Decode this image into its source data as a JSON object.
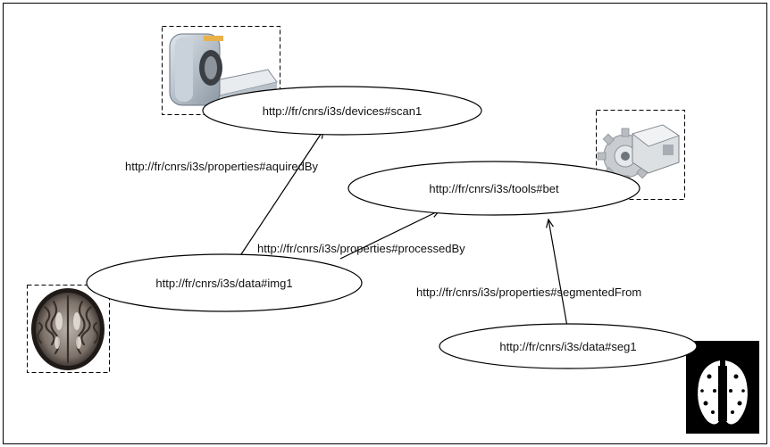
{
  "nodes": {
    "scan1": "http://fr/cnrs/i3s/devices#scan1",
    "bet": "http://fr/cnrs/i3s/tools#bet",
    "img1": "http://fr/cnrs/i3s/data#img1",
    "seg1": "http://fr/cnrs/i3s/data#seg1"
  },
  "edges": {
    "acquired_by": "http://fr/cnrs/i3s/properties#aquiredBy",
    "processed_by": "http://fr/cnrs/i3s/properties#processedBy",
    "segmented_from": "http://fr/cnrs/i3s/properties#segmentedFrom"
  },
  "icons": {
    "scanner": "mri-scanner-icon",
    "tool": "gear-tool-icon",
    "brain": "brain-mri-slice-icon",
    "segmentation": "brain-segmentation-mask-icon"
  },
  "colors": {
    "stroke": "#000000",
    "background": "#ffffff",
    "mask_background": "#000000"
  }
}
